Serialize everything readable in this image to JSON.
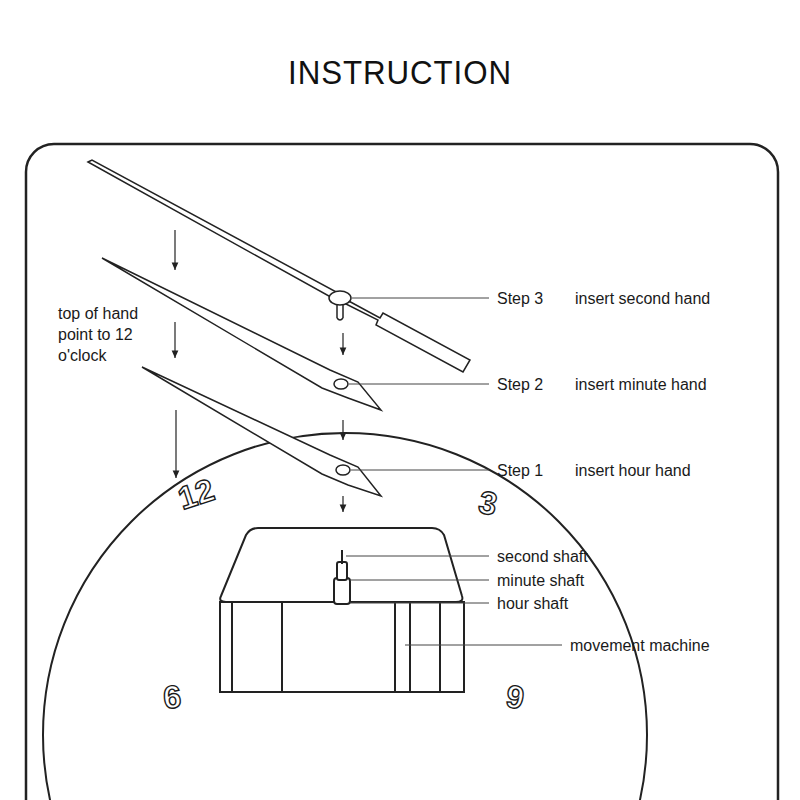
{
  "diagram": {
    "title": "INSTRUCTION",
    "labels": [
      "top of hand point to 12 o'clock",
      "Step 3",
      "insert second hand",
      "Step 2",
      "insert minute hand",
      "Step 1",
      "insert hour hand",
      "12",
      "3",
      "second shaft",
      "minute shaft",
      "hour shaft",
      "movement machine",
      "9",
      "6"
    ]
  }
}
